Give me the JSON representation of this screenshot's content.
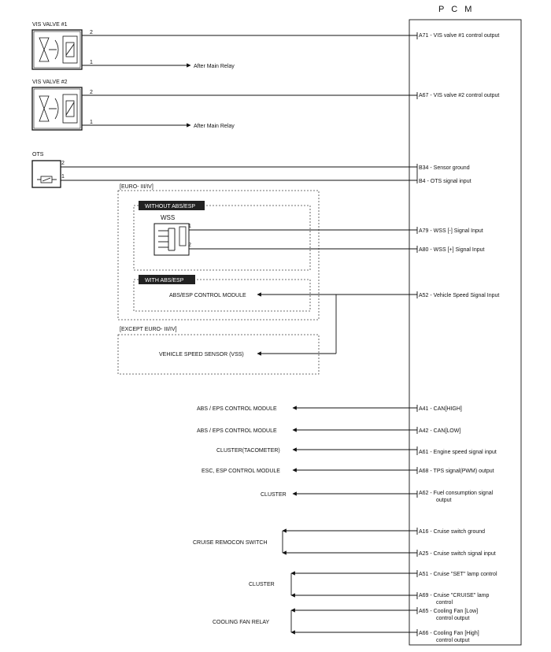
{
  "pcm": {
    "title": "P C M",
    "pins": {
      "a71": "A71 - VIS valve #1 control output",
      "a67": "A67 - VIS valve #2 control output",
      "b34": "B34 - Sensor ground",
      "b4": "B4 - OTS signal input",
      "a79": "A79 - WSS [-] Signal Input",
      "a80": "A80 - WSS [+] Signal Input",
      "a52": "A52 - Vehicle Speed Signal Input",
      "a41": "A41 - CAN[HIGH]",
      "a42": "A42 - CAN[LOW]",
      "a61": "A61 - Engine speed signal input",
      "a68": "A68 - TPS signal(PWM) output",
      "a62_l1": "A62 - Fuel consumption signal",
      "a62_l2": "output",
      "a16": "A16 - Cruise switch ground",
      "a25": "A25 - Cruise switch signal input",
      "a51": "A51 - Cruise \"SET\" lamp control",
      "a69_l1": "A69 - Cruise \"CRUISE\" lamp",
      "a69_l2": "control",
      "a65_l1": "A65 - Cooling Fan [Low]",
      "a65_l2": "control output",
      "a66_l1": "A66 - Cooling Fan [High]",
      "a66_l2": "control output"
    }
  },
  "components": {
    "vis1_label": "VIS VALVE #1",
    "vis2_label": "VIS VALVE #2",
    "ots_label": "OTS",
    "after_main_relay": "After Main Relay",
    "pin1": "1",
    "pin2": "2",
    "euro_label": "[EURO- III/IV]",
    "without_abs_label": "WITHOUT ABS/ESP",
    "wss_label": "WSS",
    "with_abs_label": "WITH ABS/ESP",
    "abs_esp_module": "ABS/ESP CONTROL MODULE",
    "except_euro_label": "[EXCEPT EURO- III/IV]",
    "vss_label": "VEHICLE SPEED SENSOR (VSS)",
    "abs_eps_module": "ABS / EPS CONTROL MODULE",
    "cluster_tach": "CLUSTER(TACOMETER)",
    "esc_esp_module": "ESC, ESP CONTROL MODULE",
    "cluster": "CLUSTER",
    "cruise_remocon": "CRUISE REMOCON SWITCH",
    "cooling_fan_relay": "COOLING FAN RELAY"
  }
}
